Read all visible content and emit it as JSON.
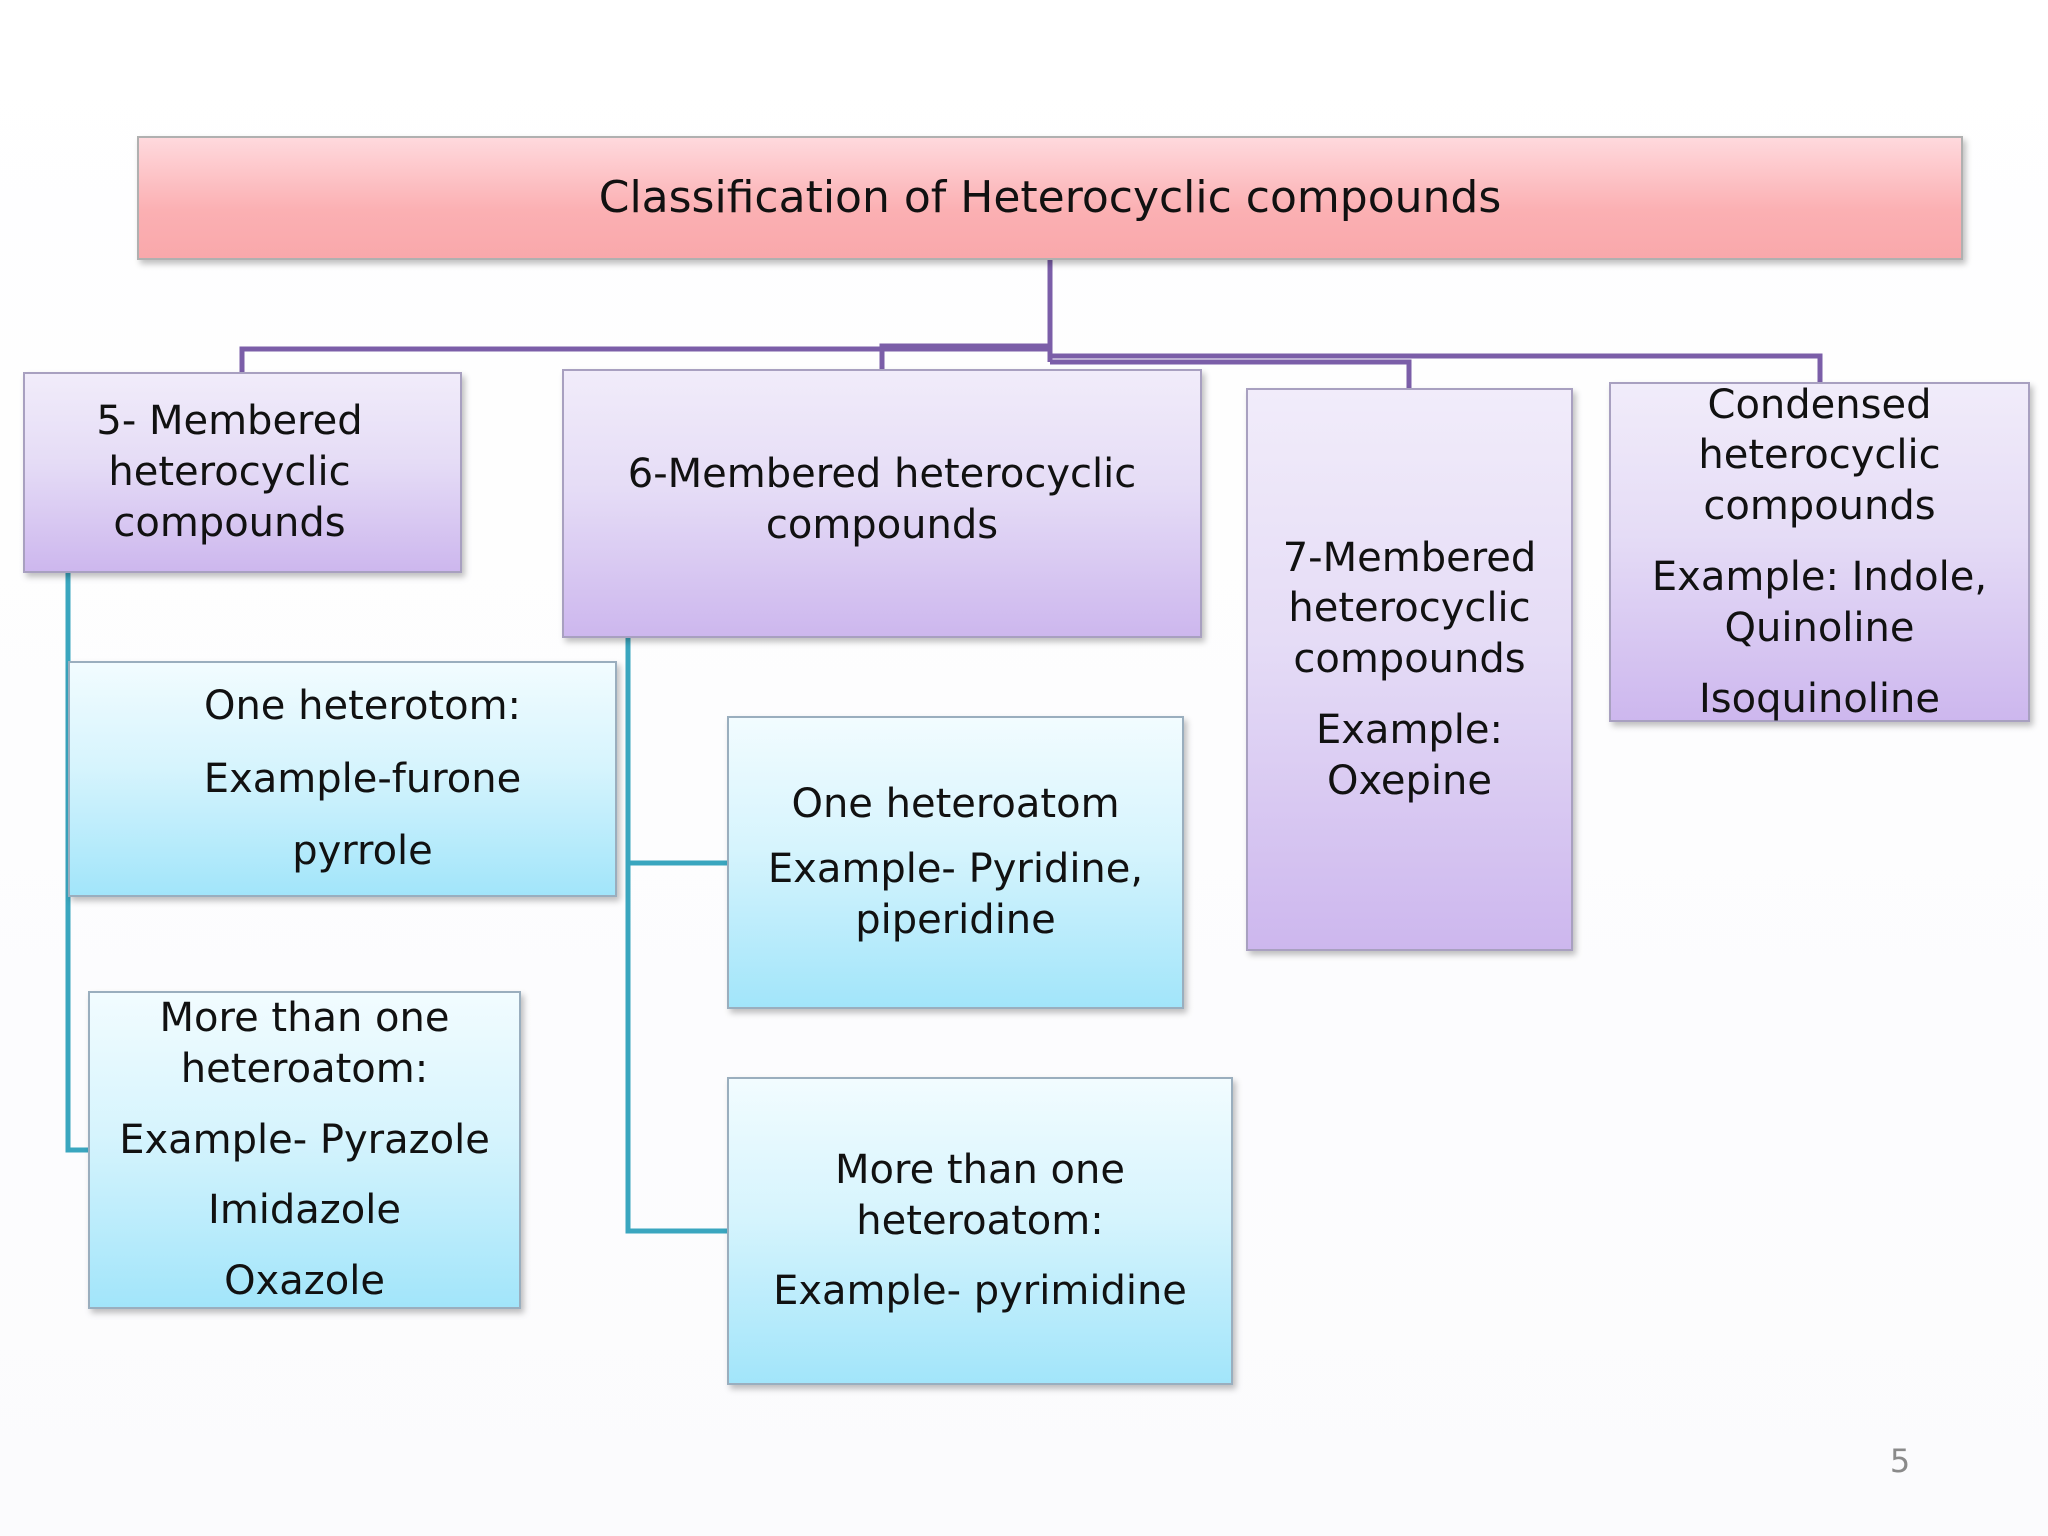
{
  "title": "Classification of Heterocyclic compounds",
  "five_membered": {
    "label_lines": [
      "5- Membered",
      "heterocyclic",
      "compounds"
    ],
    "one_heteroatom": {
      "label": "One heterotom:",
      "examples": [
        "Example-furone",
        "pyrrole"
      ]
    },
    "more_than_one": {
      "label_lines": [
        "More than one",
        "heteroatom:"
      ],
      "examples": [
        "Example- Pyrazole",
        "Imidazole",
        "Oxazole"
      ]
    }
  },
  "six_membered": {
    "label_lines": [
      "6-Membered heterocyclic",
      "compounds"
    ],
    "one_heteroatom": {
      "label": "One heteroatom",
      "examples": [
        "Example- Pyridine,",
        "piperidine"
      ]
    },
    "more_than_one": {
      "label_lines": [
        "More than one",
        "heteroatom:"
      ],
      "examples": [
        "Example- pyrimidine"
      ]
    }
  },
  "seven_membered": {
    "label_lines": [
      "7-Membered",
      "heterocyclic",
      "compounds"
    ],
    "examples": [
      "Example:",
      "Oxepine"
    ]
  },
  "condensed": {
    "label_lines": [
      "Condensed",
      "heterocyclic",
      "compounds"
    ],
    "examples": [
      "Example: Indole,",
      "Quinoline"
    ],
    "extra": "Isoquinoline"
  },
  "page_number": "5",
  "colors": {
    "purple_connector": "#7b5ea8",
    "teal_connector": "#3aa6bf"
  }
}
